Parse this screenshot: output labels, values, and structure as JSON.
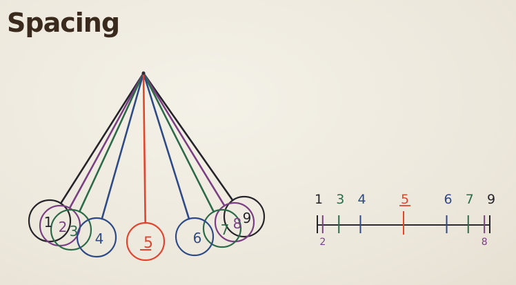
{
  "title": "Spacing",
  "pendulum": {
    "pivot_color": "#2a2a30",
    "frames": [
      {
        "label": "1",
        "color": "#24242a"
      },
      {
        "label": "2",
        "color": "#7a3f82"
      },
      {
        "label": "3",
        "color": "#2c6a4a"
      },
      {
        "label": "4",
        "color": "#2e4a86"
      },
      {
        "label": "5",
        "color": "#e0452e",
        "underline": true
      },
      {
        "label": "6",
        "color": "#2e4a86"
      },
      {
        "label": "7",
        "color": "#2c6a4a"
      },
      {
        "label": "8",
        "color": "#7a3f82"
      },
      {
        "label": "9",
        "color": "#24242a"
      }
    ]
  },
  "timeline": {
    "ticks": [
      {
        "label": "1",
        "color": "#24242a",
        "pos": 1,
        "label_side": "above"
      },
      {
        "label": "2",
        "color": "#7a3f82",
        "pos": 1.25,
        "label_side": "below"
      },
      {
        "label": "3",
        "color": "#2c6a4a",
        "pos": 2,
        "label_side": "above"
      },
      {
        "label": "4",
        "color": "#2e4a86",
        "pos": 3,
        "label_side": "above"
      },
      {
        "label": "5",
        "color": "#e0452e",
        "pos": 5,
        "label_side": "above",
        "underline": true
      },
      {
        "label": "6",
        "color": "#2e4a86",
        "pos": 7,
        "label_side": "above"
      },
      {
        "label": "7",
        "color": "#2c6a4a",
        "pos": 8,
        "label_side": "above"
      },
      {
        "label": "8",
        "color": "#7a3f82",
        "pos": 8.75,
        "label_side": "below"
      },
      {
        "label": "9",
        "color": "#24242a",
        "pos": 9,
        "label_side": "above"
      }
    ]
  }
}
